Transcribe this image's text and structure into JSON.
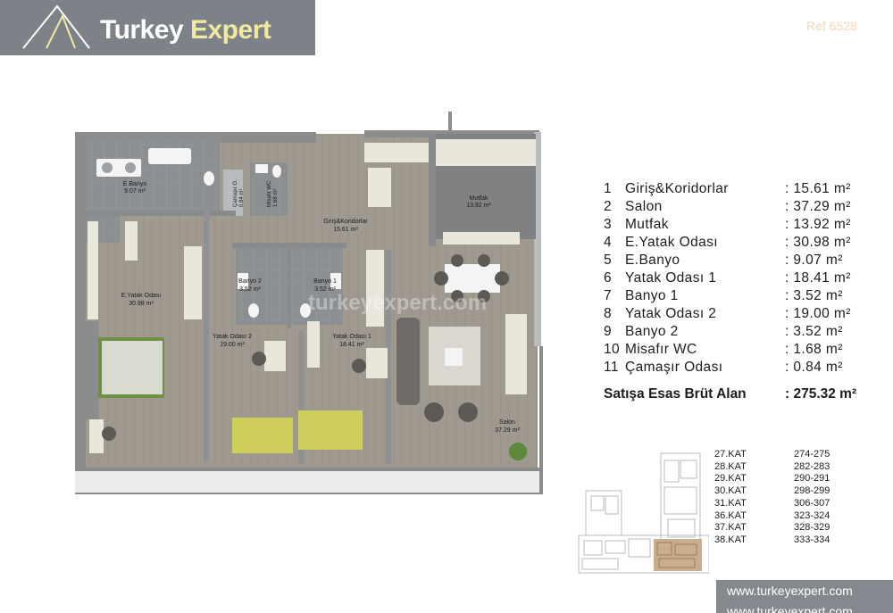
{
  "header": {
    "brand_part1": "Turkey",
    "brand_part2": " Expert",
    "ref": "Ref 6528"
  },
  "plan_labels": {
    "e_banyo": "E.Banyo",
    "e_banyo_area": "9.07 m²",
    "camasir": "Çamaşır O.",
    "camasir_area": "0.84 m²",
    "misafir": "Misafir WC",
    "misafir_area": "1.68 m²",
    "giris": "Giriş&Koridorlar",
    "giris_area": "15.61 m²",
    "mutfak": "Mutfak",
    "mutfak_area": "13.92 m²",
    "e_yatak": "E.Yatak Odası",
    "e_yatak_area": "30.98 m²",
    "banyo2": "Banyo 2",
    "banyo2_area": "3.52 m²",
    "banyo1": "Banyo 1",
    "banyo1_area": "3.52 m²",
    "yatak2": "Yatak Odası 2",
    "yatak2_area": "19.00 m²",
    "yatak1": "Yatak Odası 1",
    "yatak1_area": "18.41 m²",
    "salon": "Salon",
    "salon_area": "37.29 m²"
  },
  "watermark": "turkeyexpert.com",
  "rooms": [
    {
      "n": "1",
      "name": "Giriş&Koridorlar",
      "area": ": 15.61 m²"
    },
    {
      "n": "2",
      "name": "Salon",
      "area": ": 37.29 m²"
    },
    {
      "n": "3",
      "name": "Mutfak",
      "area": ": 13.92 m²"
    },
    {
      "n": "4",
      "name": "E.Yatak Odası",
      "area": ": 30.98 m²"
    },
    {
      "n": "5",
      "name": "E.Banyo",
      "area": ": 9.07 m²"
    },
    {
      "n": "6",
      "name": "Yatak Odası 1",
      "area": ": 18.41 m²"
    },
    {
      "n": "7",
      "name": "Banyo 1",
      "area": ": 3.52 m²"
    },
    {
      "n": "8",
      "name": "Yatak Odası 2",
      "area": ": 19.00 m²"
    },
    {
      "n": "9",
      "name": "Banyo 2",
      "area": ": 3.52 m²"
    },
    {
      "n": "10",
      "name": "Misafır WC",
      "area": ": 1.68 m²"
    },
    {
      "n": "11",
      "name": "Çamaşır Odası",
      "area": ": 0.84 m²"
    }
  ],
  "total": {
    "label": "Satışa Esas Brüt Alan",
    "area": ": 275.32 m²"
  },
  "floors": [
    {
      "kat": "27.KAT",
      "range": "274-275"
    },
    {
      "kat": "28.KAT",
      "range": "282-283"
    },
    {
      "kat": "29.KAT",
      "range": "290-291"
    },
    {
      "kat": "30.KAT",
      "range": "298-299"
    },
    {
      "kat": "31.KAT",
      "range": "306-307"
    },
    {
      "kat": "36.KAT",
      "range": "323-324"
    },
    {
      "kat": "37.KAT",
      "range": "328-329"
    },
    {
      "kat": "38.KAT",
      "range": "333-334"
    }
  ],
  "web": {
    "line1": "www.turkeyexpert.com",
    "line2": "www.turkeyexpert.com"
  },
  "colors": {
    "floor": "#9b958b",
    "wall": "#878a8d",
    "kitchen": "#7d7f81",
    "bed": "#cdcf5a",
    "bed_green": "#6f8f45"
  }
}
